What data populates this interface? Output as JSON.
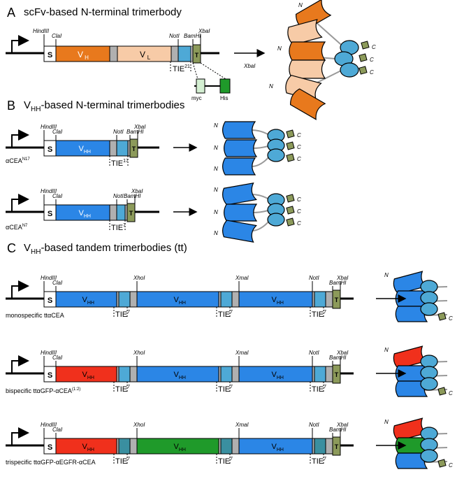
{
  "panels": {
    "A": {
      "letter": "A",
      "title": "scFv-based N-terminal trimerbody"
    },
    "B": {
      "letter": "B",
      "title_main": "V",
      "title_sub": "HH",
      "title_rest": "-based N-terminal trimerbodies"
    },
    "C": {
      "letter": "C",
      "title_main": "V",
      "title_sub": "HH",
      "title_rest": "-based tandem trimerbodies (tt)"
    }
  },
  "labels": {
    "hindiii": "HindIII",
    "clai": "ClaI",
    "noti": "NotI",
    "bamhi": "BamHI",
    "xbai": "XbaI",
    "xhoi": "XhoI",
    "xmai": "XmaI",
    "s": "S",
    "t": "T",
    "v": "V",
    "h": "H",
    "l": "L",
    "hh": "HH",
    "tie": "TIE",
    "tie21": "21",
    "tie17": "17",
    "tie7": "7",
    "myc": "myc",
    "his": "His",
    "n": "N",
    "c": "C",
    "arrow_xbai": "XbaI"
  },
  "constructs": {
    "b1": {
      "name": "αCEA",
      "sup": "N17"
    },
    "b2": {
      "name": "αCEA",
      "sup": "N7"
    },
    "c1": {
      "name": "monospecific ttαCEA",
      "sup": ""
    },
    "c2": {
      "name": "bispecific ttαGFP-αCEA",
      "sup": "(1:2)"
    },
    "c3": {
      "name": "trispecific ttαGFP-αEGFR-αCEA",
      "sup": ""
    }
  },
  "colors": {
    "orange": "#e8791d",
    "peach": "#f7cba7",
    "blue": "#2b86e6",
    "lightblue": "#4ea9d6",
    "teal": "#3a8fa0",
    "gray": "#b0b0b0",
    "olive": "#8c9a5a",
    "red": "#f0301c",
    "green": "#1f9a2a",
    "lightgreen": "#d4efd2",
    "darkgreen": "#2c8a34"
  }
}
